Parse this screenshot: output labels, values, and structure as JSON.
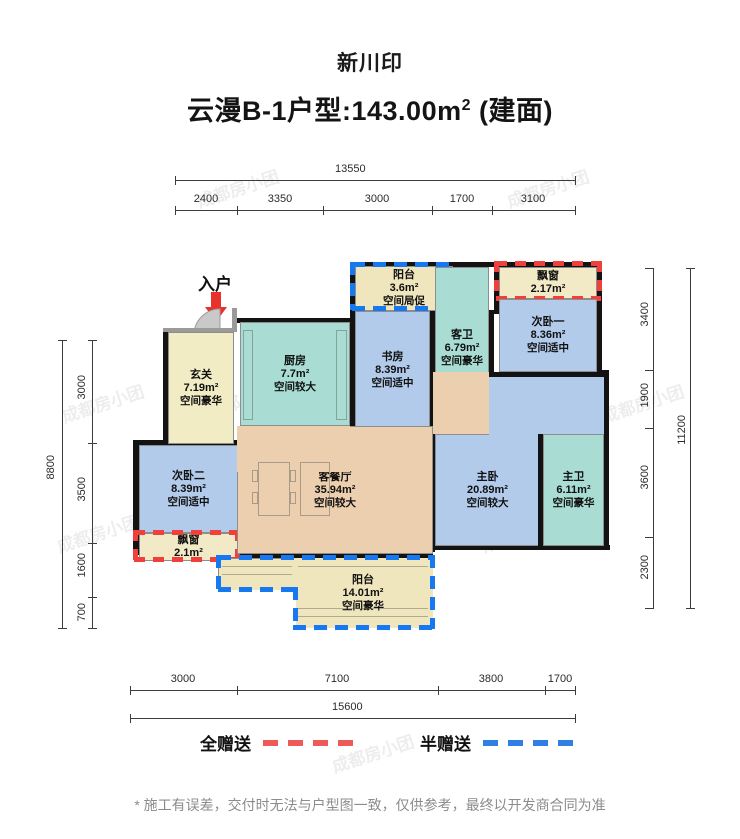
{
  "header": {
    "project_name": "新川印",
    "plan_title_main": "云漫B-1户型:143.00m",
    "plan_title_sup": "2",
    "plan_title_tail": " (建面)"
  },
  "entry": {
    "label": "入户",
    "icon": "arrow-down-icon"
  },
  "dimensions": {
    "top": {
      "total": "13550",
      "segments": [
        "2400",
        "3350",
        "3000",
        "1700",
        "3100"
      ]
    },
    "bottom": {
      "total": "15600",
      "segments": [
        "3000",
        "7100",
        "3800",
        "1700"
      ]
    },
    "left": {
      "total": "8800",
      "segments": [
        "3000",
        "3500",
        "1600",
        "700"
      ]
    },
    "right": {
      "total": "11200",
      "segments": [
        "3400",
        "1900",
        "3600",
        "2300"
      ]
    }
  },
  "rooms": [
    {
      "key": "entry_hall",
      "name": "玄关",
      "area": "7.19m²",
      "comment": "空间豪华"
    },
    {
      "key": "kitchen",
      "name": "厨房",
      "area": "7.7m²",
      "comment": "空间较大"
    },
    {
      "key": "balcony_n",
      "name": "阳台",
      "area": "3.6m²",
      "comment": "空间局促"
    },
    {
      "key": "study",
      "name": "书房",
      "area": "8.39m²",
      "comment": "空间适中"
    },
    {
      "key": "guest_bath",
      "name": "客卫",
      "area": "6.79m²",
      "comment": "空间豪华"
    },
    {
      "key": "bay_ne",
      "name": "飘窗",
      "area": "2.17m²",
      "comment": ""
    },
    {
      "key": "bed2nd_1",
      "name": "次卧一",
      "area": "8.36m²",
      "comment": "空间适中"
    },
    {
      "key": "bed2nd_2",
      "name": "次卧二",
      "area": "8.39m²",
      "comment": "空间适中"
    },
    {
      "key": "bay_sw",
      "name": "飘窗",
      "area": "2.1m²",
      "comment": ""
    },
    {
      "key": "living",
      "name": "客餐厅",
      "area": "35.94m²",
      "comment": "空间较大"
    },
    {
      "key": "master_bed",
      "name": "主卧",
      "area": "20.89m²",
      "comment": "空间较大"
    },
    {
      "key": "master_bath",
      "name": "主卫",
      "area": "6.11m²",
      "comment": "空间豪华"
    },
    {
      "key": "balcony_s",
      "name": "阳台",
      "area": "14.01m²",
      "comment": "空间豪华"
    }
  ],
  "legend": {
    "full_gift_label": "全赠送",
    "full_gift_color": "#ec5b58",
    "half_gift_label": "半赠送",
    "half_gift_color": "#2f7fe4"
  },
  "footnote": "* 施工有误差，交付时无法与户型图一致，仅供参考，最终以开发商合同为准",
  "watermark": "成都房小团",
  "palette": {
    "bedroom": "#b3cbeb",
    "living": "#eccfae",
    "bath": "#a9ddd4",
    "balcony": "#efe6bd",
    "wall": "#131313"
  }
}
